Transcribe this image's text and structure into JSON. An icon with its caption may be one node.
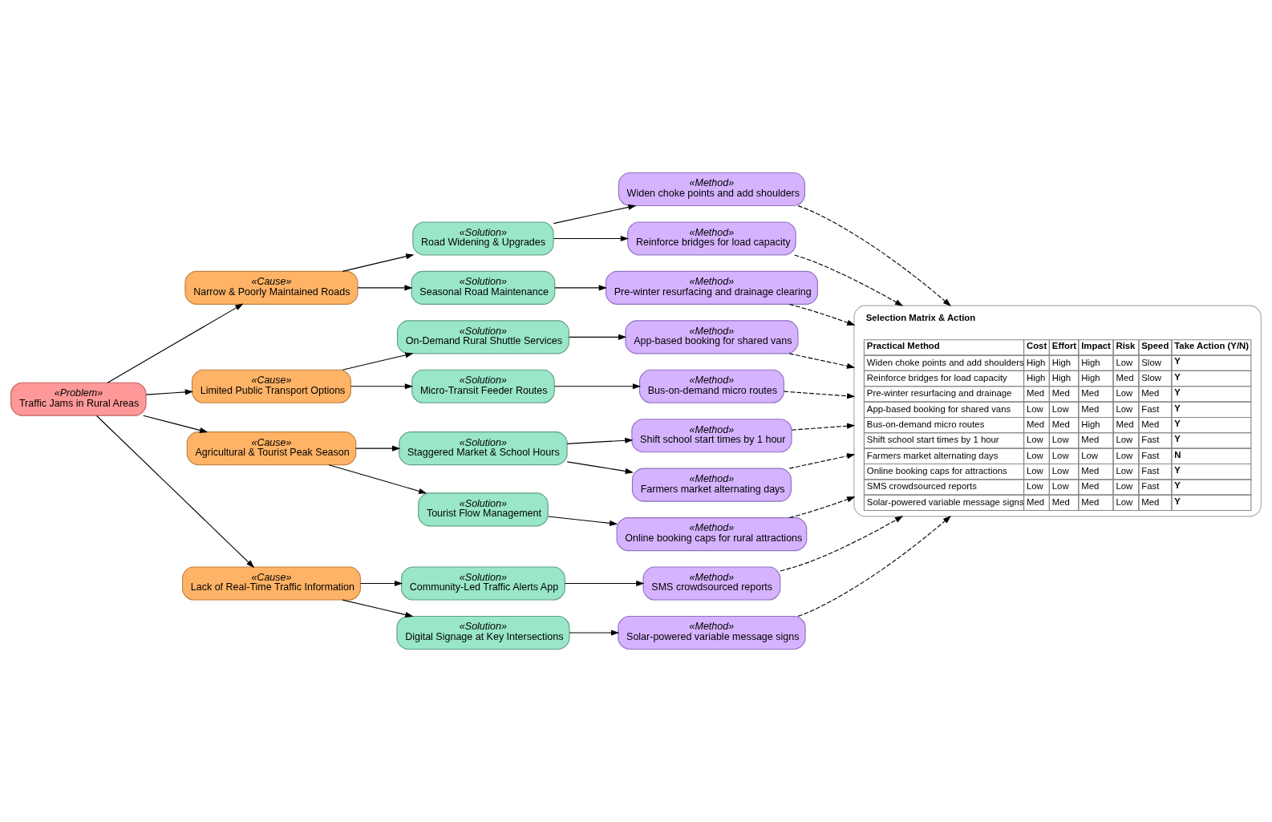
{
  "diagram": {
    "nodes": [
      {
        "text": [
          "«Problem»",
          "Traffic Jams in Rural Areas"
        ]
      },
      {
        "text": [
          "«Cause»",
          "Narrow & Poorly Maintained Roads"
        ]
      },
      {
        "text": [
          "«Solution»",
          "Road Widening & Upgrades"
        ]
      },
      {
        "text": [
          "«Method»",
          "Widen choke points and add shoulders"
        ]
      },
      {
        "text": [
          "«Method»",
          "Reinforce bridges for load capacity"
        ]
      },
      {
        "text": [
          "«Solution»",
          "Seasonal Road Maintenance"
        ]
      },
      {
        "text": [
          "«Method»",
          "Pre-winter resurfacing and drainage clearing"
        ]
      },
      {
        "text": [
          "«Cause»",
          "Limited Public Transport Options"
        ]
      },
      {
        "text": [
          "«Solution»",
          "On-Demand Rural Shuttle Services"
        ]
      },
      {
        "text": [
          "«Method»",
          "App-based booking for shared vans"
        ]
      },
      {
        "text": [
          "«Solution»",
          "Micro-Transit Feeder Routes"
        ]
      },
      {
        "text": [
          "«Method»",
          "Bus-on-demand micro routes"
        ]
      },
      {
        "text": [
          "«Cause»",
          "Agricultural & Tourist Peak Season"
        ]
      },
      {
        "text": [
          "«Solution»",
          "Staggered Market & School Hours"
        ]
      },
      {
        "text": [
          "«Method»",
          "Shift school start times by 1 hour"
        ]
      },
      {
        "text": [
          "«Method»",
          "Farmers market alternating days"
        ]
      },
      {
        "text": [
          "«Solution»",
          "Tourist Flow Management"
        ]
      },
      {
        "text": [
          "«Method»",
          "Online booking caps for rural attractions"
        ]
      },
      {
        "text": [
          "«Cause»",
          "Lack of Real-Time Traffic Information"
        ]
      },
      {
        "text": [
          "«Solution»",
          "Community-Led Traffic Alerts App"
        ]
      },
      {
        "text": [
          "«Method»",
          "SMS crowdsourced reports"
        ]
      },
      {
        "text": [
          "«Solution»",
          "Digital Signage at Key Intersections"
        ]
      },
      {
        "text": [
          "«Method»",
          "Solar-powered variable message signs"
        ]
      },
      {
        "text": [
          "Selection Matrix & Action"
        ]
      }
    ],
    "edges": [
      {
        "from": 0,
        "to": 1,
        "arrow": "to"
      },
      {
        "from": 0,
        "to": 7,
        "arrow": "to"
      },
      {
        "from": 0,
        "to": 12,
        "arrow": "to"
      },
      {
        "from": 0,
        "to": 18,
        "arrow": "to"
      },
      {
        "from": 1,
        "to": 2,
        "arrow": "to"
      },
      {
        "from": 1,
        "to": 5,
        "arrow": "to"
      },
      {
        "from": 2,
        "to": 3,
        "arrow": "to"
      },
      {
        "from": 2,
        "to": 4,
        "arrow": "to"
      },
      {
        "from": 5,
        "to": 6,
        "arrow": "to"
      },
      {
        "from": 7,
        "to": 8,
        "arrow": "to"
      },
      {
        "from": 7,
        "to": 10,
        "arrow": "to"
      },
      {
        "from": 8,
        "to": 9,
        "arrow": "to"
      },
      {
        "from": 10,
        "to": 11,
        "arrow": "to"
      },
      {
        "from": 12,
        "to": 13,
        "arrow": "to"
      },
      {
        "from": 12,
        "to": 16,
        "arrow": "to"
      },
      {
        "from": 13,
        "to": 14,
        "arrow": "to"
      },
      {
        "from": 13,
        "to": 15,
        "arrow": "to"
      },
      {
        "from": 16,
        "to": 17,
        "arrow": "to"
      },
      {
        "from": 18,
        "to": 19,
        "arrow": "to"
      },
      {
        "from": 18,
        "to": 21,
        "arrow": "to"
      },
      {
        "from": 19,
        "to": 20,
        "arrow": "to"
      },
      {
        "from": 21,
        "to": 22,
        "arrow": "to"
      },
      {
        "from": 3,
        "to": 23,
        "arrow": "to",
        "style": "dashed"
      },
      {
        "from": 4,
        "to": 23,
        "arrow": "to",
        "style": "dashed"
      },
      {
        "from": 6,
        "to": 23,
        "arrow": "to",
        "style": "dashed"
      },
      {
        "from": 9,
        "to": 23,
        "arrow": "to",
        "style": "dashed"
      },
      {
        "from": 11,
        "to": 23,
        "arrow": "to",
        "style": "dashed"
      },
      {
        "from": 14,
        "to": 23,
        "arrow": "to",
        "style": "dashed"
      },
      {
        "from": 15,
        "to": 23,
        "arrow": "to",
        "style": "dashed"
      },
      {
        "from": 17,
        "to": 23,
        "arrow": "to",
        "style": "dashed"
      },
      {
        "from": 20,
        "to": 23,
        "arrow": "to",
        "style": "dashed"
      },
      {
        "from": 22,
        "to": 23,
        "arrow": "to",
        "style": "dashed"
      }
    ],
    "labels": [
      "Practical Method",
      "Cost",
      "Effort",
      "Impact",
      "Risk",
      "Speed",
      "Take Action (Y/N)",
      "Widen choke points and add shoulders",
      "High",
      "High",
      "High",
      "Low",
      "Slow",
      "Y",
      "Reinforce bridges for load capacity",
      "High",
      "High",
      "High",
      "Med",
      "Slow",
      "Y",
      "Pre-winter resurfacing and drainage",
      "Med",
      "Med",
      "Med",
      "Low",
      "Med",
      "Y",
      "App-based booking for shared vans",
      "Low",
      "Low",
      "Med",
      "Low",
      "Fast",
      "Y",
      "Bus-on-demand micro routes",
      "Med",
      "Med",
      "High",
      "Med",
      "Med",
      "Y",
      "Shift school start times by 1 hour",
      "Low",
      "Low",
      "Med",
      "Low",
      "Fast",
      "Y",
      "Farmers market alternating days",
      "Low",
      "Low",
      "Low",
      "Low",
      "Fast",
      "N",
      "Online booking caps for attractions",
      "Low",
      "Low",
      "Med",
      "Low",
      "Fast",
      "Y",
      "SMS crowdsourced reports",
      "Low",
      "Low",
      "Med",
      "Low",
      "Fast",
      "Y",
      "Solar-powered variable message signs",
      "Med",
      "Med",
      "Med",
      "Low",
      "Med",
      "Y"
    ]
  }
}
